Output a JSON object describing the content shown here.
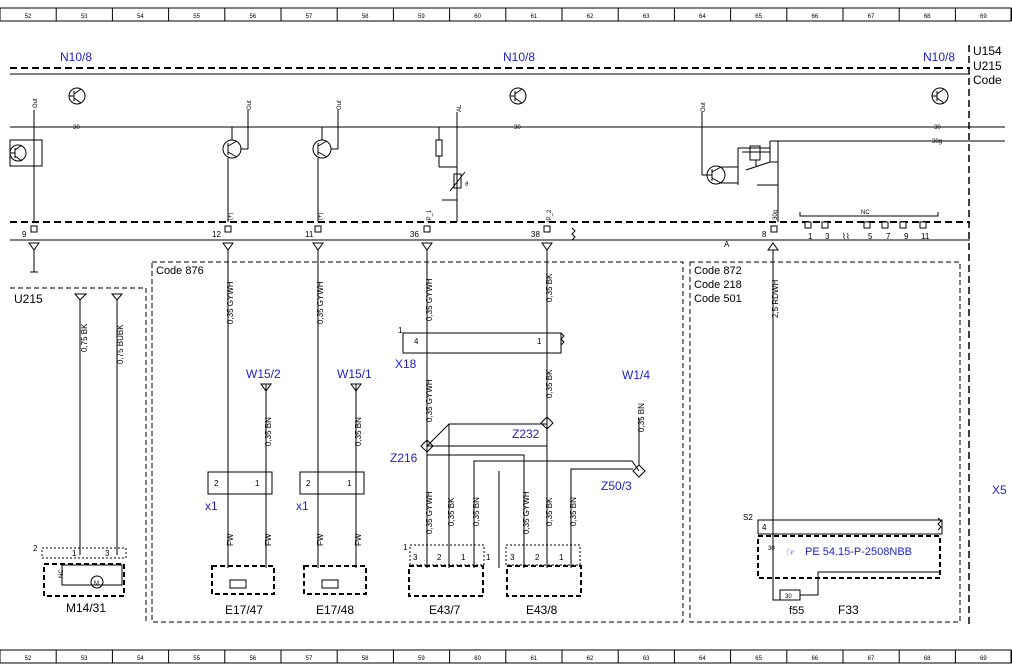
{
  "ruler": {
    "columns": [
      "52",
      "53",
      "54",
      "55",
      "56",
      "57",
      "58",
      "59",
      "60",
      "61",
      "62",
      "63",
      "64",
      "65",
      "66",
      "67",
      "68",
      "69"
    ]
  },
  "modules": {
    "n10_8_left": "N10/8",
    "n10_8_mid": "N10/8",
    "n10_8_right": "N10/8",
    "side_labels": [
      "U154",
      "U215",
      "Code"
    ],
    "u215": "U215",
    "x5_partial": "X5"
  },
  "bus": {
    "label_30_left": "30",
    "label_30_mid": "30",
    "label_30_right": "30",
    "label_30g": "30g",
    "label_a": "A"
  },
  "pin_tags": {
    "out1": "Out",
    "out2": "Out",
    "out3": "Out",
    "out4": "Out",
    "plus1": "(+)",
    "plus2": "(+)",
    "ip1": "IP_1",
    "ip2": "IP_2",
    "al": "AL",
    "p30g": "30g",
    "nc": "NC"
  },
  "connector_pins": [
    "9",
    "12",
    "11",
    "36",
    "38",
    "8"
  ],
  "nc_pins": [
    "1",
    "3",
    "5",
    "7",
    "9",
    "11"
  ],
  "codes": {
    "code_876": "Code 876",
    "code_872": "Code 872",
    "code_218": "Code 218",
    "code_501": "Code 501"
  },
  "wires": {
    "w_075bk": "0,75 BK",
    "w_075bubk": "0,75 BUBK",
    "w_gywh_a": "0,35 GYWH",
    "w_gywh_b": "0,35 GYWH",
    "w_gywh_c": "0,35 GYWH",
    "w_gywh_d": "0,35 GYWH",
    "w_bk_a": "0,35 BK",
    "w_bk_b": "0,35 BK",
    "w_bn_a": "0,35 BN",
    "w_bn_b": "0,35 BN",
    "w_bn_c": "0,35 BN",
    "w_rdwh": "2,5 RDWH",
    "e43_7_gywh": "0,35 GYWH",
    "e43_7_bk": "0,35 BK",
    "e43_7_bn": "0,35 BN",
    "e43_8_gywh": "0,35 GYWH",
    "e43_8_bk": "0,35 BK",
    "e43_8_bn": "0,35 BN",
    "fw1": "FW",
    "fw2": "FW",
    "fw3": "FW",
    "fw4": "FW"
  },
  "refs": {
    "w15_2": "W15/2",
    "w15_1": "W15/1",
    "w1_4": "W1/4",
    "x18": "X18",
    "z232": "Z232",
    "z216": "Z216",
    "z50_3": "Z50/3",
    "x1_a": "x1",
    "x1_b": "x1",
    "pe_ref": "PE 54.15-P-2508NBB"
  },
  "components": {
    "m14_31": "M14/31",
    "e17_47": "E17/47",
    "e17_48": "E17/48",
    "e43_7": "E43/7",
    "e43_8": "E43/8",
    "f33": "F33",
    "f55": "f55",
    "s2": "S2",
    "fuse_30": "30"
  },
  "small_numbers": {
    "m14_pin2": "2",
    "m14_p1": "1",
    "m14_p3": "3",
    "m14_nc": "NC",
    "x18_pin1": "1",
    "x18_p4": "4",
    "x18_p1b": "1",
    "e43_7_p1": "1",
    "e43_7_p3": "3",
    "e43_7_p2": "2",
    "e43_7_p1b": "1",
    "e43_7_p1c": "1",
    "e43_8_p3": "3",
    "e43_8_p2": "2",
    "e43_8_p1": "1",
    "e17_47_p2": "2",
    "e17_47_p1": "1",
    "e17_48_p2": "2",
    "e17_48_p1": "1",
    "s2_p4": "4",
    "s2_p30": "30"
  }
}
